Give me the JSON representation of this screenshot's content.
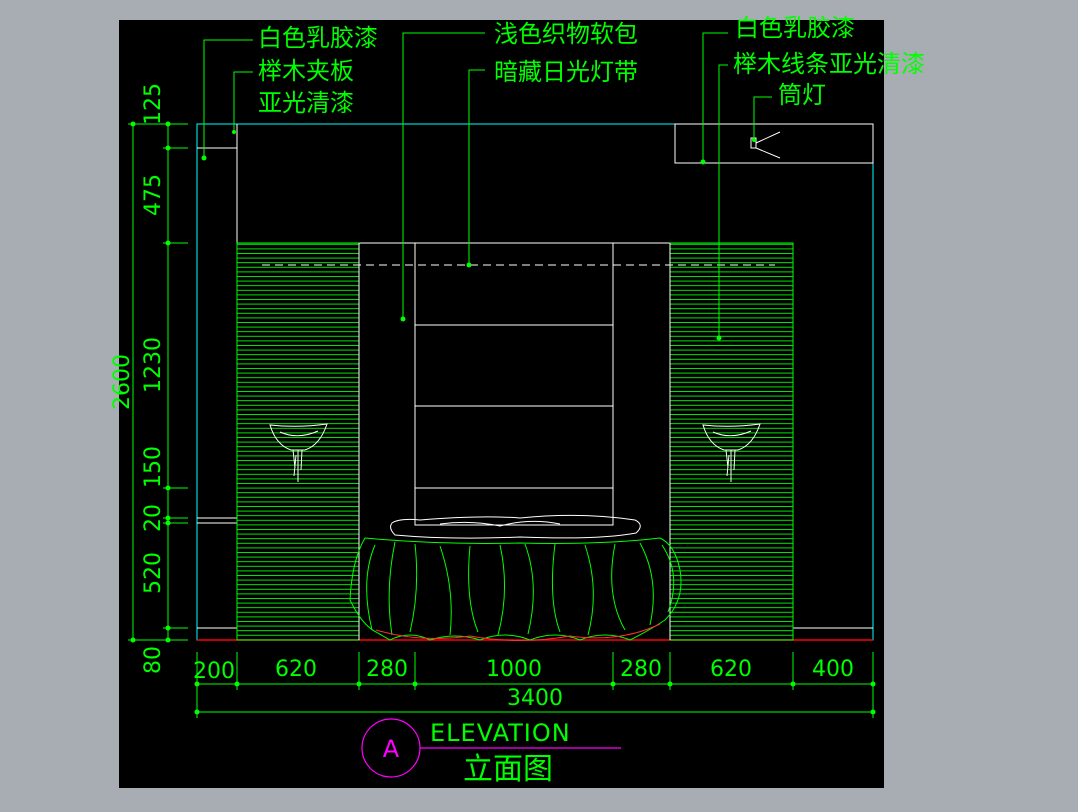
{
  "colors": {
    "app_background": "#a8adb3",
    "viewport_background": "#000000",
    "annotation": "#00ff00",
    "outline": "#00ffff",
    "panel_lines": "#00ff00",
    "tag_circle": "#ff00ff",
    "floor_line": "#ff0000",
    "white_lines": "#ffffff"
  },
  "labels": {
    "white_latex_paint_left": "白色乳胶漆",
    "beech_plywood": "榉木夹板",
    "matte_varnish": "亚光清漆",
    "light_fabric_soft_pack": "浅色织物软包",
    "hidden_fluorescent_strip": "暗藏日光灯带",
    "white_latex_paint_right": "白色乳胶漆",
    "beech_moulding_matte_varnish": "榉木线条亚光清漆",
    "downlight": "筒灯"
  },
  "vertical_dimensions": {
    "total": "2600",
    "segments": [
      "125",
      "475",
      "1230",
      "150",
      "20",
      "520",
      "80"
    ]
  },
  "horizontal_dimensions": {
    "segments": [
      "200",
      "620",
      "280",
      "1000",
      "280",
      "620",
      "400"
    ],
    "total": "3400"
  },
  "title_block": {
    "tag_letter": "A",
    "title_en": "ELEVATION",
    "title_cn": "立面图"
  }
}
